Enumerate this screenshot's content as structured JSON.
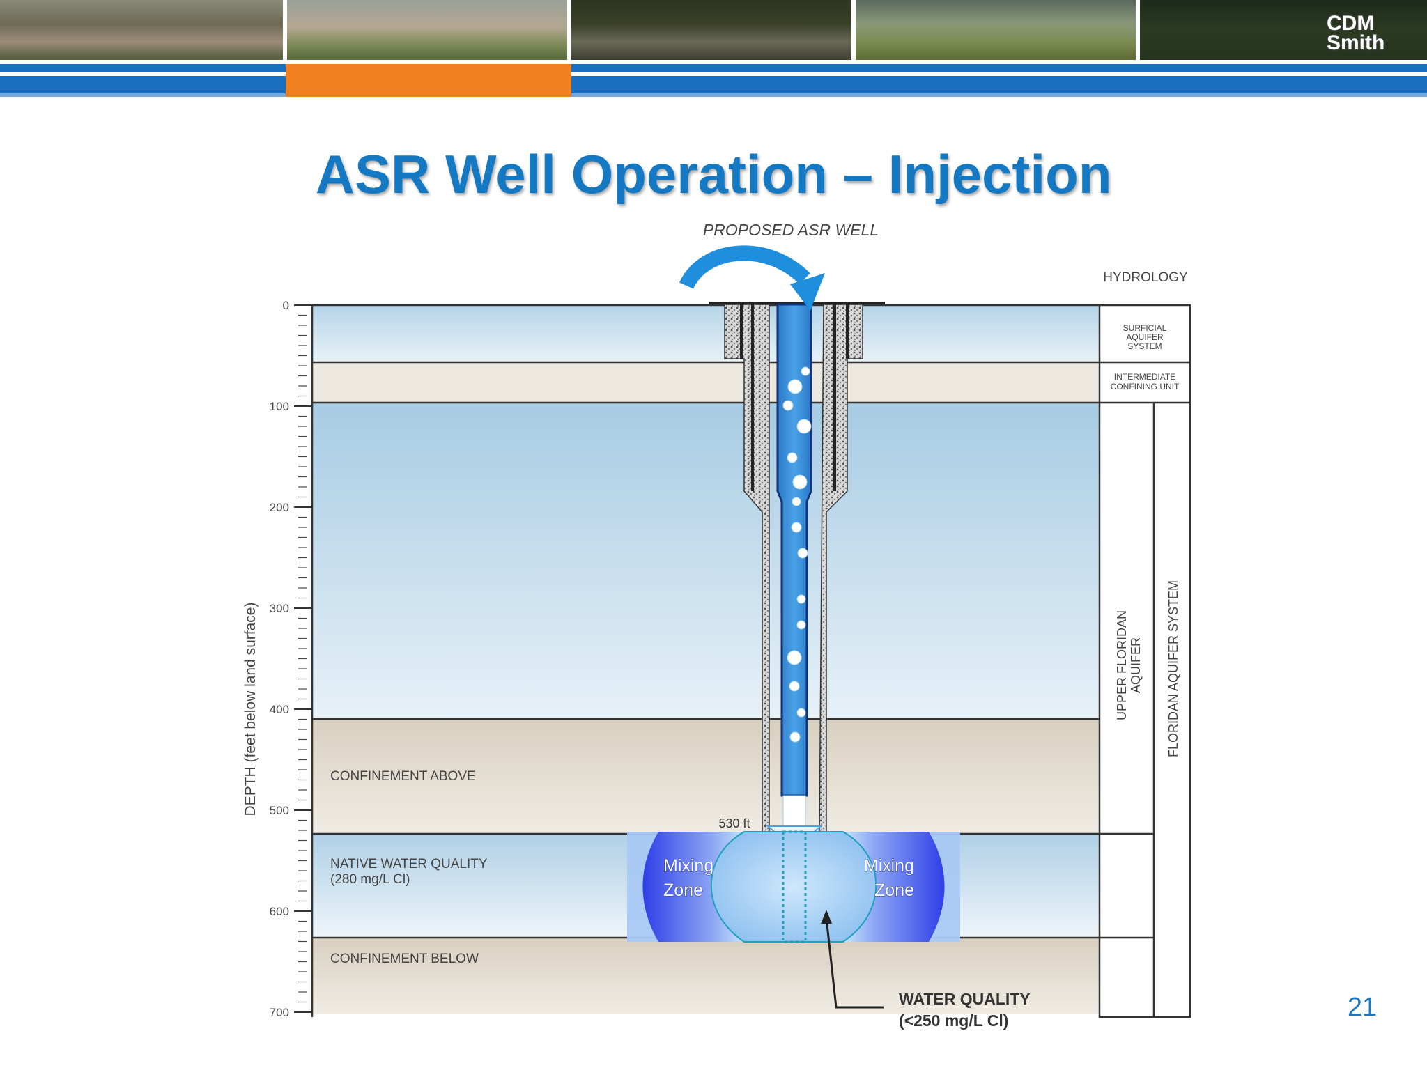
{
  "slide": {
    "title": "ASR Well Operation – Injection",
    "page_number": "21",
    "logo_line1": "CDM",
    "logo_line2": "Smith"
  },
  "colors": {
    "title": "#1479c2",
    "band_blue": "#1a6fbf",
    "band_orange": "#f08020",
    "aquifer_water": "#a9cde6",
    "confining": "#ddd6c8",
    "mixing_zone": "#4d5ff0"
  },
  "diagram": {
    "well_label": "PROPOSED ASR WELL",
    "hydrology_header": "HYDROLOGY",
    "depth_axis_label": "DEPTH (feet below land surface)",
    "depth_ticks": [
      "0",
      "100",
      "200",
      "300",
      "400",
      "500",
      "600",
      "700"
    ],
    "depth_530_label": "530 ft",
    "layers": {
      "confinement_above": "CONFINEMENT ABOVE",
      "native_water_line1": "NATIVE WATER QUALITY",
      "native_water_line2": "(280 mg/L Cl)",
      "confinement_below": "CONFINEMENT BELOW"
    },
    "hydro_units": {
      "surficial_line1": "SURFICIAL",
      "surficial_line2": "AQUIFER",
      "surficial_line3": "SYSTEM",
      "intermediate_line1": "INTERMEDIATE",
      "intermediate_line2": "CONFINING UNIT",
      "upper_floridan_line1": "UPPER FLORIDAN",
      "upper_floridan_line2": "AQUIFER",
      "floridan_system": "FLORIDAN AQUIFER SYSTEM"
    },
    "mixing_left_line1": "Mixing",
    "mixing_left_line2": "Zone",
    "mixing_right_line1": "Mixing",
    "mixing_right_line2": "Zone",
    "water_quality_line1": "WATER QUALITY",
    "water_quality_line2": "(<250 mg/L Cl)"
  }
}
